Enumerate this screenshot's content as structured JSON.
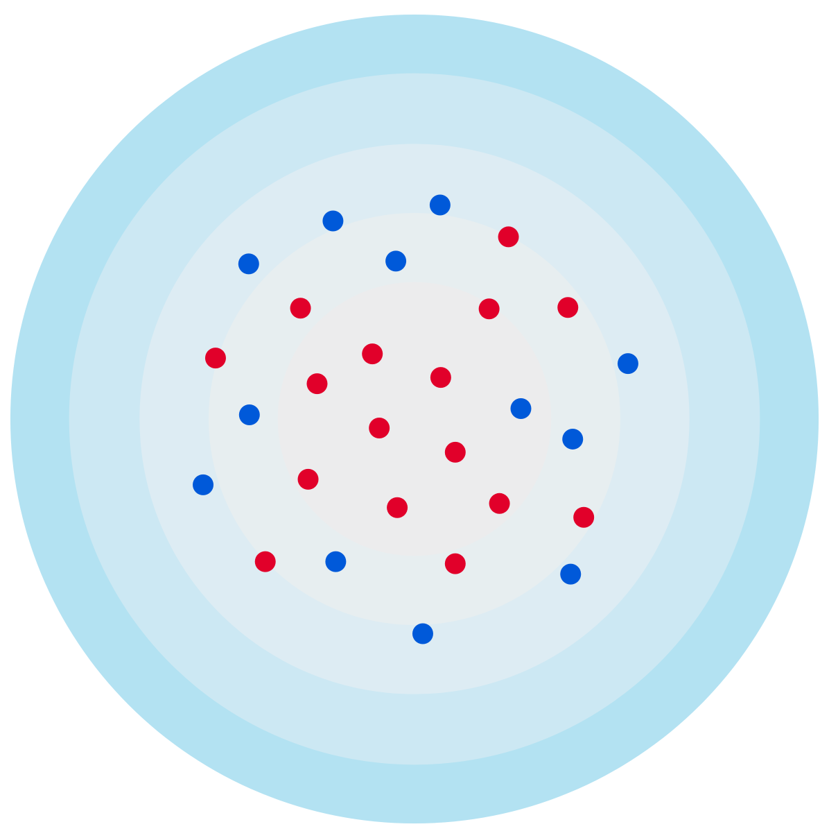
{
  "chart_data": {
    "type": "scatter",
    "title": "",
    "xlabel": "",
    "ylabel": "",
    "xlim": [
      -600,
      600
    ],
    "ylim": [
      -605,
      605
    ],
    "grid": false,
    "legend": "none",
    "rings": {
      "radii": [
        585,
        500,
        398,
        298,
        198
      ],
      "colors": [
        "#b3e2f2",
        "#cce8f3",
        "#ddecf3",
        "#e7eef0",
        "#ececed"
      ]
    },
    "series": [
      {
        "color": "#e1002a",
        "points": [
          [
            136,
            263
          ],
          [
            -165,
            160
          ],
          [
            108,
            159
          ],
          [
            222,
            161
          ],
          [
            -288,
            88
          ],
          [
            -61,
            94
          ],
          [
            38,
            60
          ],
          [
            -141,
            51
          ],
          [
            -51,
            -13
          ],
          [
            59,
            -48
          ],
          [
            -154,
            -87
          ],
          [
            -25,
            -128
          ],
          [
            123,
            -122
          ],
          [
            245,
            -142
          ],
          [
            -216,
            -206
          ],
          [
            59,
            -209
          ]
        ]
      },
      {
        "color": "#0059d9",
        "points": [
          [
            37,
            309
          ],
          [
            -118,
            286
          ],
          [
            -240,
            224
          ],
          [
            -27,
            228
          ],
          [
            309,
            80
          ],
          [
            154,
            15
          ],
          [
            -239,
            6
          ],
          [
            229,
            -29
          ],
          [
            -306,
            -95
          ],
          [
            -114,
            -206
          ],
          [
            226,
            -224
          ],
          [
            12,
            -310
          ]
        ]
      }
    ]
  }
}
